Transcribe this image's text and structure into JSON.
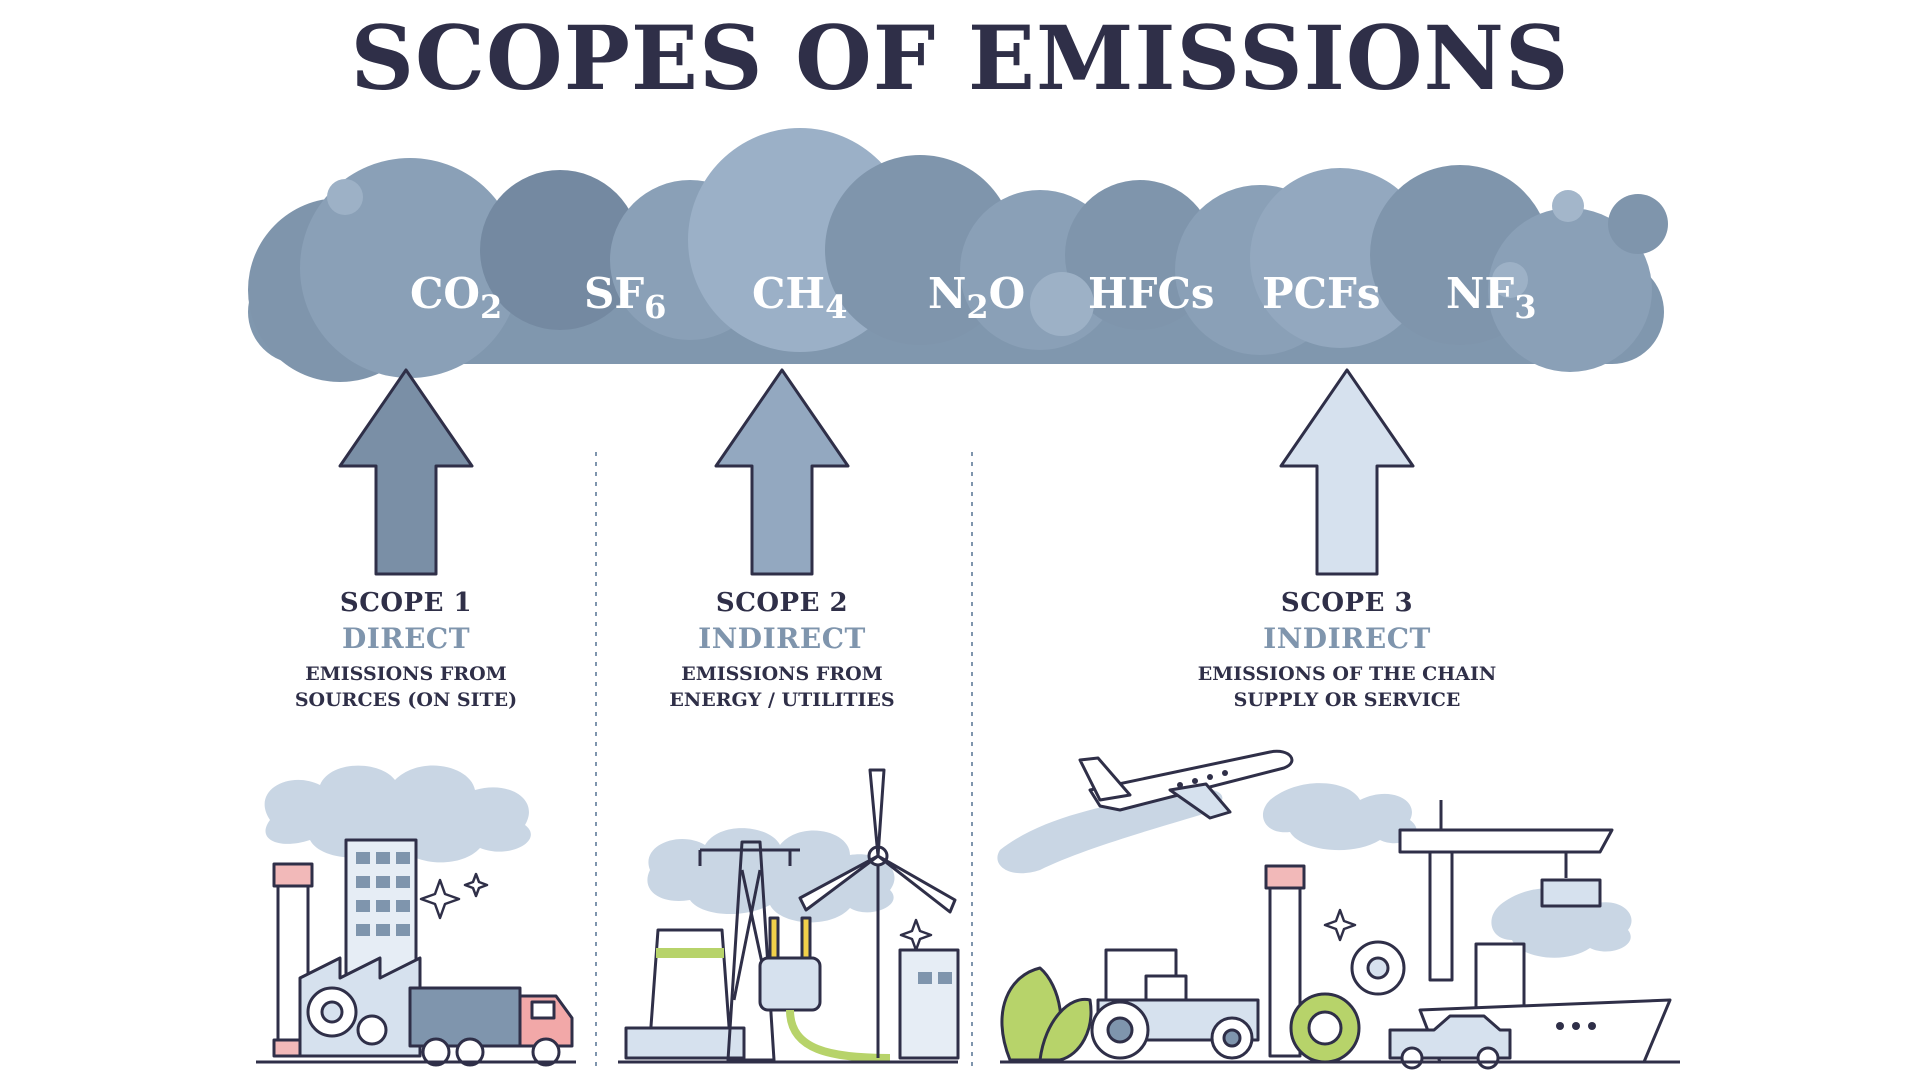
{
  "title": "SCOPES OF EMISSIONS",
  "gases": [
    {
      "base": "CO",
      "sub": "2"
    },
    {
      "base": "SF",
      "sub": "6"
    },
    {
      "base": "CH",
      "sub": "4"
    },
    {
      "base": "N",
      "sub": "2",
      "tail": "O"
    },
    {
      "base": "HFCs",
      "sub": ""
    },
    {
      "base": "PCFs",
      "sub": ""
    },
    {
      "base": "NF",
      "sub": "3"
    }
  ],
  "scopes": [
    {
      "title": "SCOPE 1",
      "type": "DIRECT",
      "line1": "EMISSIONS FROM",
      "line2": "SOURCES (ON SITE)"
    },
    {
      "title": "SCOPE 2",
      "type": "INDIRECT",
      "line1": "EMISSIONS FROM",
      "line2": "ENERGY / UTILITIES"
    },
    {
      "title": "SCOPE 3",
      "type": "INDIRECT",
      "line1": "EMISSIONS OF THE CHAIN",
      "line2": "SUPPLY OR SERVICE"
    }
  ],
  "colors": {
    "dark_text": "#2f2f48",
    "accent_text": "#7f95ad",
    "cloud": "#8aa0b7",
    "cloud_dark": "#7489a1",
    "arrow1": "#7a8fa6",
    "arrow2": "#93a8c0",
    "arrow3": "#d6e1ee"
  }
}
